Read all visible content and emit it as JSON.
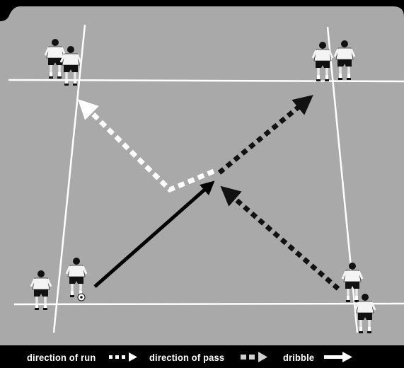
{
  "legend": {
    "run_label": "direction of run",
    "pass_label": "direction of pass",
    "dribble_label": "dribble"
  },
  "colors": {
    "pitch": "#a9a9a9",
    "background": "#000000",
    "pitch_lines": "#ffffff",
    "run_arrow": "#111111",
    "pass_arrow": "#ffffff",
    "dribble_arrow": "#000000"
  },
  "icons": [
    "player-icon",
    "ball-icon",
    "run-arrow-icon",
    "pass-arrow-icon",
    "dribble-arrow-icon"
  ]
}
